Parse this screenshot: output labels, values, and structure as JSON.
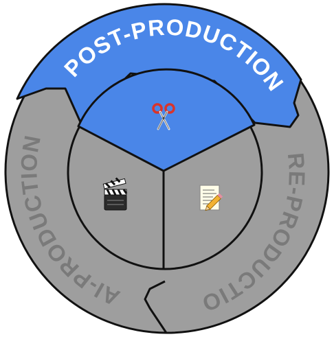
{
  "diagram": {
    "segments": [
      {
        "id": "post",
        "label": "POST-PRODUCTION",
        "icon": "scissors-icon",
        "active": true
      },
      {
        "id": "pre",
        "label": "PRE-PRODUCTION",
        "icon": "notepad-pencil-icon",
        "active": false
      },
      {
        "id": "ai",
        "label": "AI-PRODUCTION",
        "icon": "clapperboard-icon",
        "active": false
      }
    ]
  },
  "colors": {
    "active_fill": "#4a86e8",
    "inactive_fill": "#9e9e9e",
    "outline": "#111111",
    "active_text": "#ffffff",
    "inactive_text": "#7a7a7a"
  }
}
